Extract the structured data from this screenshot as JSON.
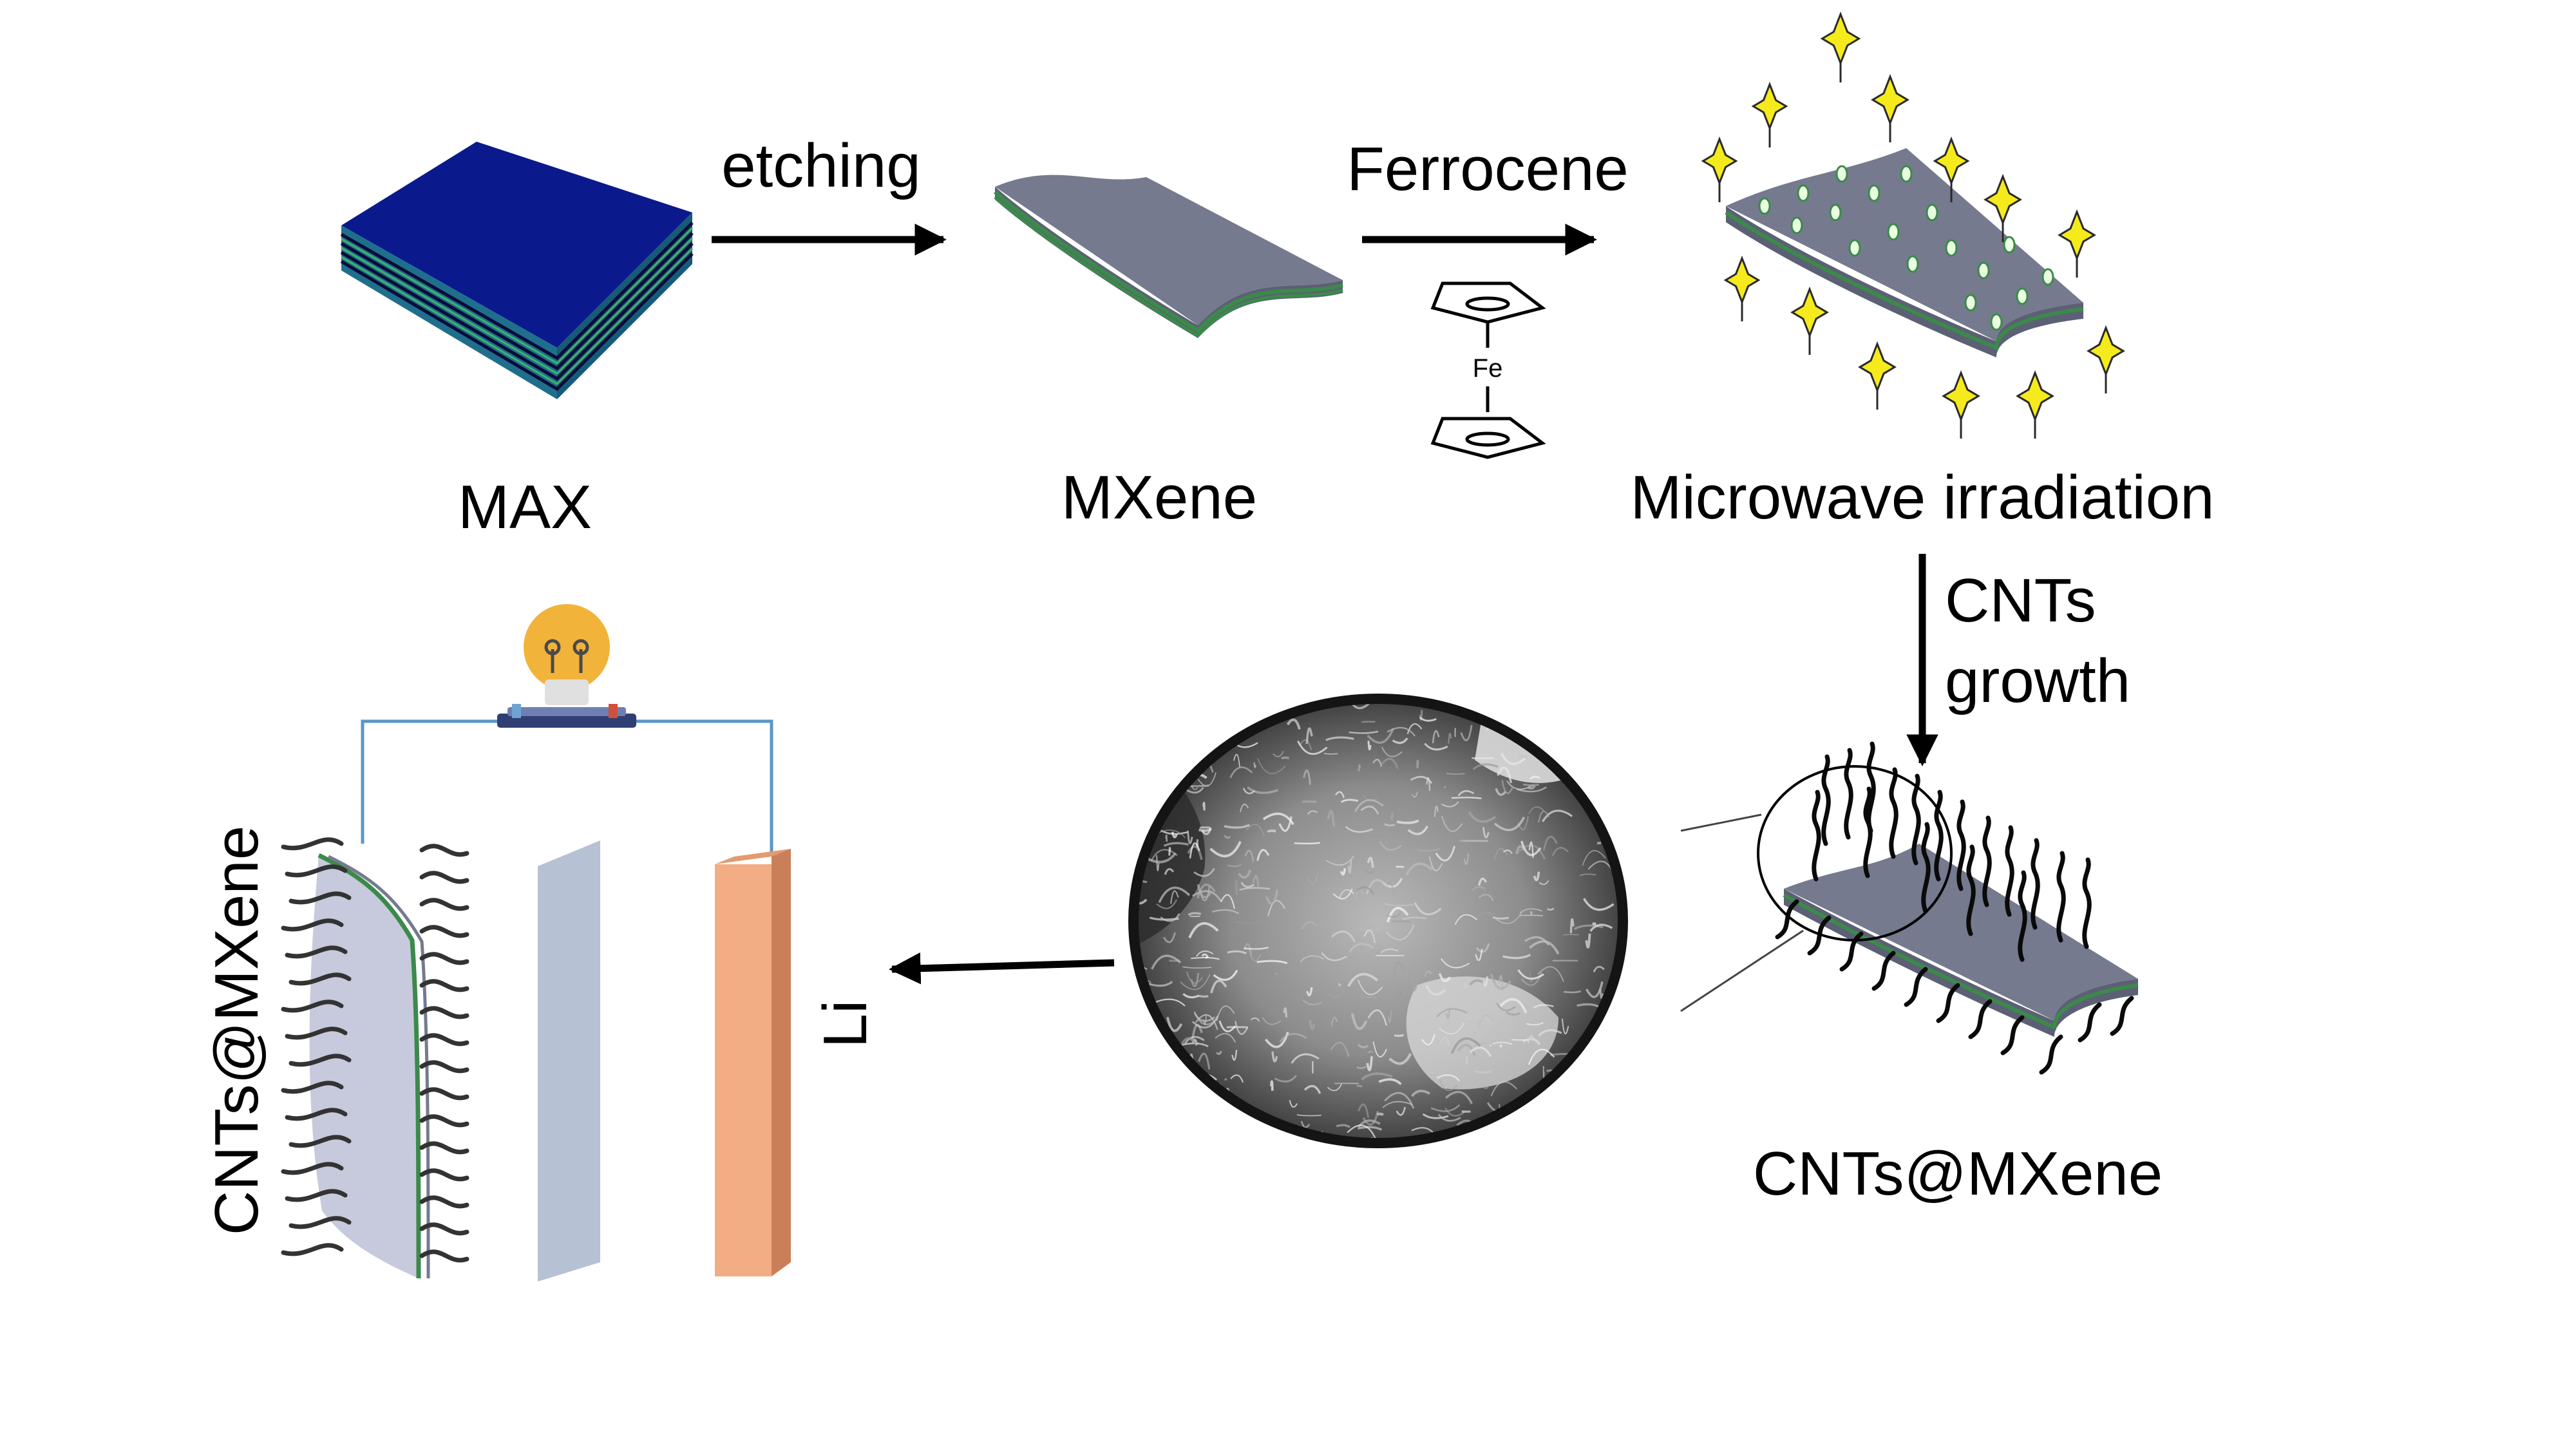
{
  "labels": {
    "max": "MAX",
    "etching": "etching",
    "mxene": "MXene",
    "ferrocene": "Ferrocene",
    "fe": "Fe",
    "microwave": "Microwave irradiation",
    "cnts_growth_line1": "CNTs",
    "cnts_growth_line2": "growth",
    "cnts_mxene_product": "CNTs@MXene",
    "cnts_mxene_electrode": "CNTs@MXene",
    "li": "Li"
  },
  "colors": {
    "max_top": "#0a1a8c",
    "max_side": "#1f6e8c",
    "mxene_sheet": "#757a8e",
    "mxene_layer": "#3b8a4a",
    "spark": "#f5ea1c",
    "electrode_face": "#c7cadd",
    "separator": "#b6c1d4",
    "li_front": "#f2ad84",
    "li_side": "#c97f58",
    "wire": "#5b97c7",
    "bulb": "#f2b33a"
  },
  "icons": {
    "ferrocene": "ferrocene-structure-icon",
    "lightbulb": "lightbulb-icon",
    "sem": "sem-micrograph-image"
  }
}
